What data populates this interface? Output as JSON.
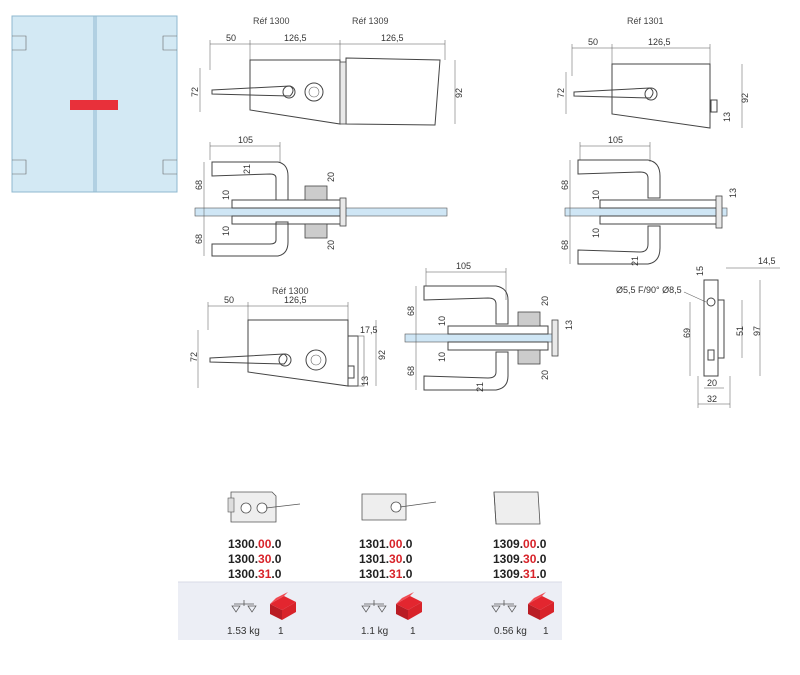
{
  "refs": {
    "r1300_top": "Réf 1300",
    "r1309_top": "Réf 1309",
    "r1301_top": "Réf 1301",
    "r1300_bottom": "Réf 1300"
  },
  "dims": {
    "d_50_a": "50",
    "d_1265_a": "126,5",
    "d_1265_b": "126,5",
    "d_72_a": "72",
    "d_92_a": "92",
    "d_50_b": "50",
    "d_1265_c": "126,5",
    "d_72_b": "72",
    "d_92_b": "92",
    "d_13_a": "13",
    "d_105_a": "105",
    "d_21_a": "21",
    "d_68_a": "68",
    "d_10_a": "10",
    "d_10_b": "10",
    "d_68_b": "68",
    "d_20_a": "20",
    "d_20_b": "20",
    "d_105_b": "105",
    "d_68_c": "68",
    "d_10_c": "10",
    "d_10_d": "10",
    "d_68_d": "68",
    "d_21_b": "21",
    "d_13_b": "13",
    "d_145": "14,5",
    "d_15": "15",
    "d_hole": "Ø5,5 F/90° Ø8,5",
    "d_69": "69",
    "d_51": "51",
    "d_97": "97",
    "d_20_c": "20",
    "d_32": "32",
    "d_50_c": "50",
    "d_1265_d": "126,5",
    "d_72_c": "72",
    "d_92_c": "92",
    "d_175": "17,5",
    "d_13_c": "13",
    "d_105_c": "105",
    "d_68_e": "68",
    "d_10_e": "10",
    "d_10_f": "10",
    "d_68_f": "68",
    "d_20_d": "20",
    "d_20_e": "20",
    "d_13_d": "13",
    "d_21_c": "21"
  },
  "products": [
    {
      "codes": [
        {
          "base": "1300.",
          "mid": "00",
          "end": ".0"
        },
        {
          "base": "1300.",
          "mid": "30",
          "end": ".0"
        },
        {
          "base": "1300.",
          "mid": "31",
          "end": ".0"
        }
      ],
      "weight": "1.53 kg",
      "qty": "1"
    },
    {
      "codes": [
        {
          "base": "1301.",
          "mid": "00",
          "end": ".0"
        },
        {
          "base": "1301.",
          "mid": "30",
          "end": ".0"
        },
        {
          "base": "1301.",
          "mid": "31",
          "end": ".0"
        }
      ],
      "weight": "1.1 kg",
      "qty": "1"
    },
    {
      "codes": [
        {
          "base": "1309.",
          "mid": "00",
          "end": ".0"
        },
        {
          "base": "1309.",
          "mid": "30",
          "end": ".0"
        },
        {
          "base": "1309.",
          "mid": "31",
          "end": ".0"
        }
      ],
      "weight": "0.56 kg",
      "qty": "1"
    }
  ],
  "colors": {
    "accent": "#d8232a",
    "glass": "#cfe6f5",
    "panel_bg": "#eeeff5"
  }
}
